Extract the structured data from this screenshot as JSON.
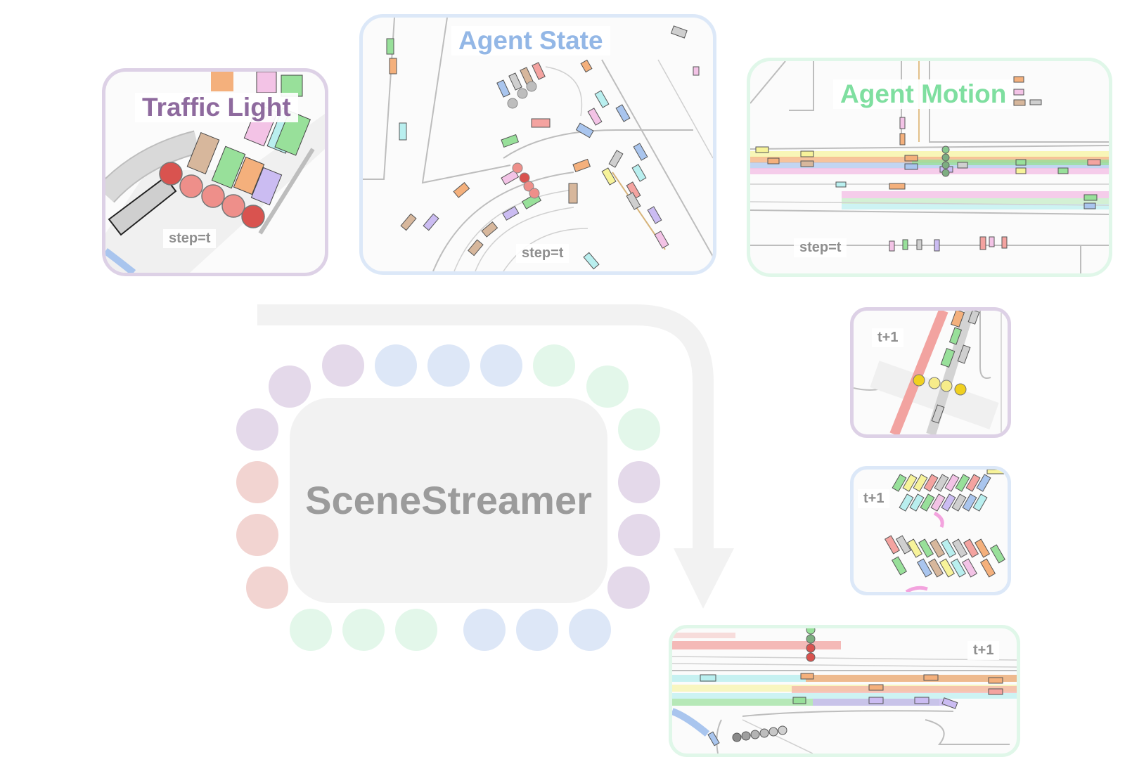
{
  "colors": {
    "traffic_light": "#a27fb0",
    "agent_state": "#93b7e6",
    "agent_motion": "#7fdfa0",
    "token_purple": "#e4d9ea",
    "token_blue": "#dde7f7",
    "token_green": "#e3f7ea",
    "token_red": "#f2d4d1",
    "core_bg": "#f2f2f2",
    "arrow": "#f2f2f2"
  },
  "panels": {
    "traffic_light": {
      "title": "Traffic Light",
      "step": "step=t"
    },
    "agent_state": {
      "title": "Agent State",
      "step": "step=t"
    },
    "agent_motion": {
      "title": "Agent Motion",
      "step": "step=t"
    }
  },
  "outputs": {
    "traffic_light": {
      "label": "t+1"
    },
    "agent_state": {
      "label": "t+1"
    },
    "agent_motion": {
      "label": "t+1"
    }
  },
  "core": {
    "label": "SceneStreamer"
  },
  "tokens": {
    "top": [
      "purple",
      "purple",
      "blue",
      "blue",
      "blue",
      "green",
      "green"
    ],
    "left": [
      "purple",
      "red",
      "red",
      "red"
    ],
    "right": [
      "green",
      "purple",
      "purple",
      "purple"
    ],
    "bottom": [
      "green",
      "green",
      "green",
      "blue",
      "blue",
      "blue"
    ]
  }
}
